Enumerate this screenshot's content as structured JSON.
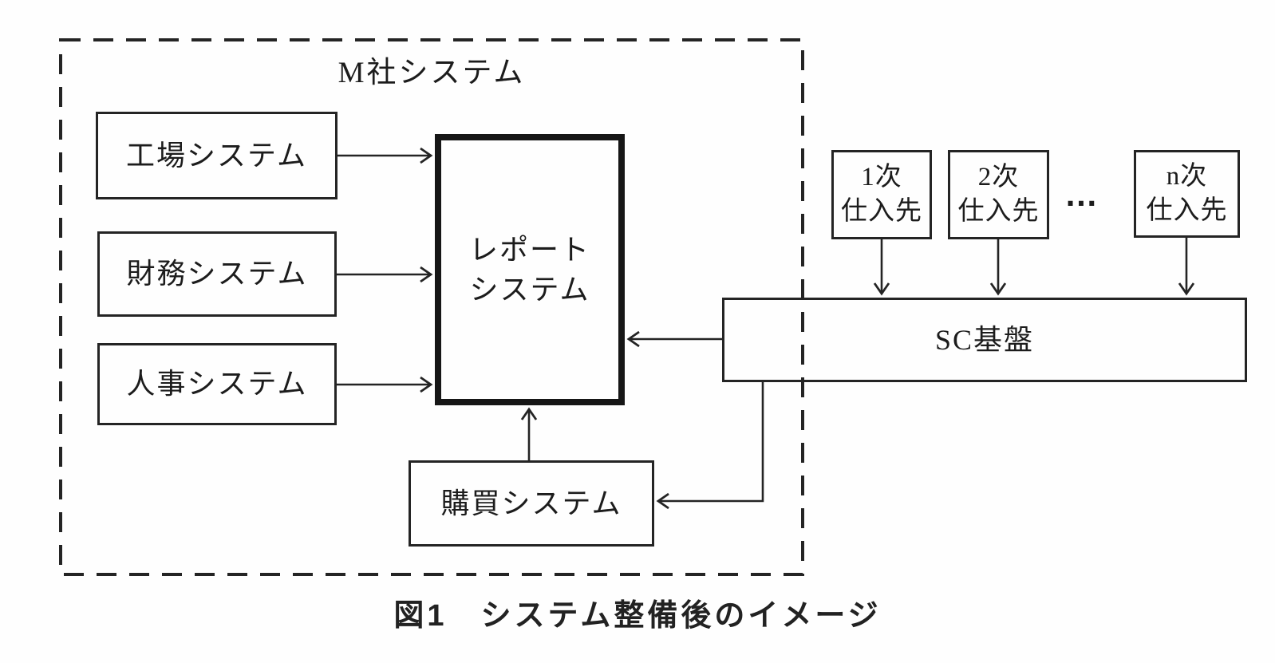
{
  "figure": {
    "caption": "図1　システム整備後のイメージ",
    "ink_color": "#1c1c1c",
    "company_group": {
      "label": "M社システム"
    },
    "systems": {
      "factory": {
        "label": "工場システム"
      },
      "finance": {
        "label": "財務システム"
      },
      "hr": {
        "label": "人事システム"
      },
      "report": {
        "line1": "レポート",
        "line2": "システム"
      },
      "purchasing": {
        "label": "購買システム"
      },
      "sc_platform": {
        "label": "SC基盤"
      }
    },
    "suppliers": {
      "tier1": {
        "line1": "1次",
        "line2": "仕入先"
      },
      "tier2": {
        "line1": "2次",
        "line2": "仕入先"
      },
      "ellipsis": "…",
      "tierN": {
        "line1": "n次",
        "line2": "仕入先"
      }
    }
  }
}
